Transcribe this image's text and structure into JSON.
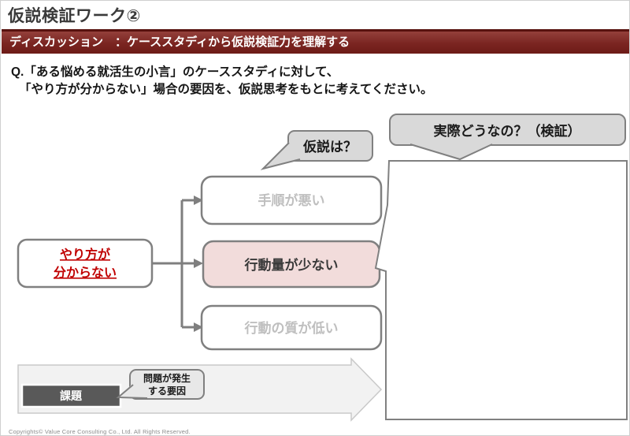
{
  "slide": {
    "title": "仮説検証ワーク②",
    "banner": "ディスカッション　：ケーススタディから仮説検証力を理解する",
    "question_line1": "Q.「ある悩める就活生の小言」のケーススタディに対して、",
    "question_line2": "「やり方が分からない」場合の要因を、仮説思考をもとに考えてください。",
    "footer": "Copyrights© Value Core Consulting Co., Ltd.  All Rights Reserved."
  },
  "diagram": {
    "hypothesis_bubble_label": "仮説は？",
    "verify_bubble_label": "実際どうなの？（検証）",
    "cause_box": {
      "line1": "やり方が",
      "line2": "分からない"
    },
    "hypotheses": [
      {
        "label": "手順が悪い",
        "state": "inactive"
      },
      {
        "label": "行動量が少ない",
        "state": "selected"
      },
      {
        "label": "行動の質が低い",
        "state": "inactive"
      }
    ],
    "issue_box_label": "課題",
    "issue_callout": {
      "line1": "問題が発生",
      "line2": "する要因"
    },
    "colors": {
      "banner_red": "#7A2521",
      "accent_red": "#C00000",
      "selected_pink": "#F2DCDB",
      "bubble_gray": "#D9D9D9",
      "border_gray": "#808080",
      "inactive_text": "#BFBFBF",
      "issue_dark": "#595959",
      "arrow_fill": "#F2F2F2"
    }
  }
}
